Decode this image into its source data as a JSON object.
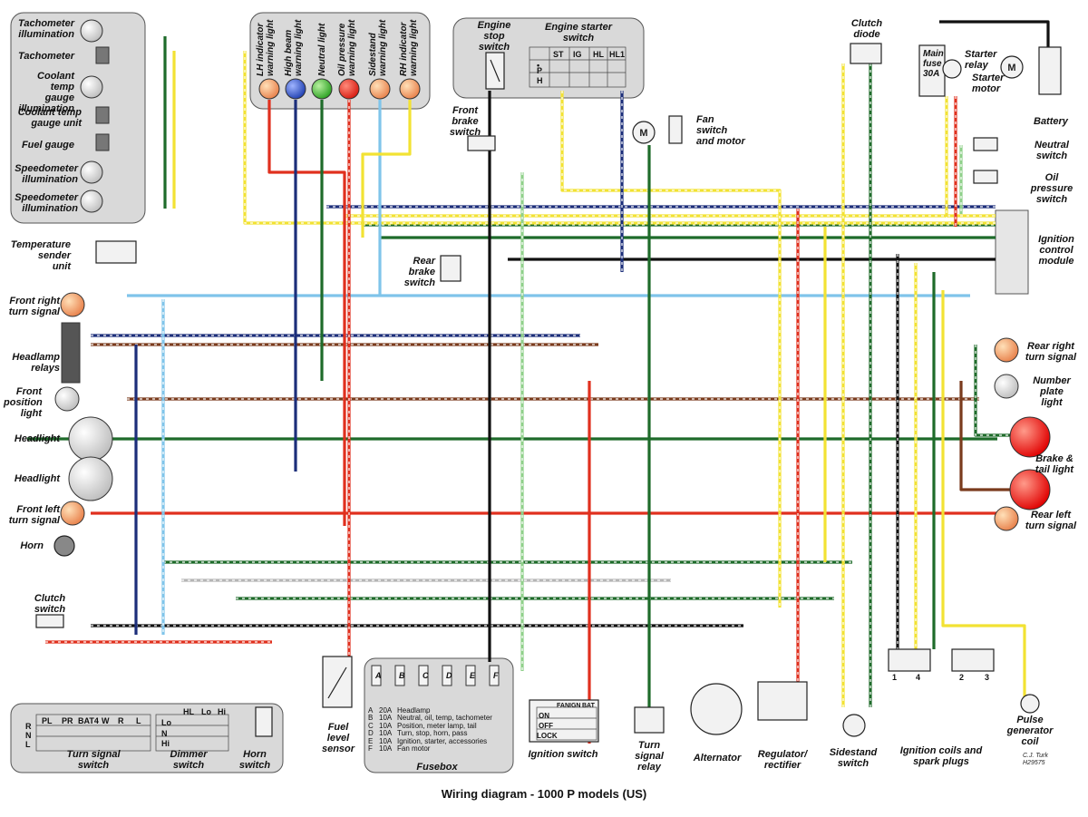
{
  "diagram": {
    "title": "Wiring diagram - 1000 P models (US)",
    "credit": [
      "C.J. Turk",
      "H29575"
    ],
    "instrument_labels": {
      "tachometer_illumination": "Tachometer\nillumination",
      "tachometer": "Tachometer",
      "coolant_temp_gauge_illumination": "Coolant temp\ngauge\nillumination",
      "coolant_temp_gauge_unit": "Coolant temp\ngauge unit",
      "fuel_gauge": "Fuel gauge",
      "speedometer_illumination_1": "Speedometer\nillumination",
      "speedometer_illumination_2": "Speedometer\nillumination"
    },
    "warning_lights": {
      "lh_indicator": "LH indicator\nwarning light",
      "high_beam": "High beam\nwarning light",
      "neutral": "Neutral light",
      "oil_pressure": "Oil pressure\nwarning light",
      "sidestand": "Sidestand\nwarning light",
      "rh_indicator": "RH indicator\nwarning light"
    },
    "left_components": {
      "temperature_sender": "Temperature\nsender\nunit",
      "front_right_turn": "Front right\nturn signal",
      "headlamp_relays": "Headlamp\nrelays",
      "front_position_light": "Front\nposition\nlight",
      "headlight_1": "Headlight",
      "headlight_2": "Headlight",
      "front_left_turn": "Front left\nturn signal",
      "horn": "Horn",
      "clutch_switch": "Clutch\nswitch"
    },
    "top_components": {
      "engine_stop_switch": "Engine\nstop\nswitch",
      "engine_starter_switch": "Engine starter\nswitch",
      "front_brake_switch": "Front\nbrake\nswitch",
      "fan_switch_motor": "Fan\nswitch\nand motor",
      "rear_brake_switch": "Rear\nbrake\nswitch",
      "clutch_diode": "Clutch\ndiode",
      "main_fuse": "Main\nfuse\n30A",
      "starter_relay": "Starter\nrelay",
      "starter_motor": "Starter\nmotor",
      "battery": "Battery"
    },
    "right_components": {
      "neutral_switch": "Neutral\nswitch",
      "oil_pressure_switch": "Oil\npressure\nswitch",
      "ignition_control_module": "Ignition\ncontrol\nmodule",
      "rear_right_turn": "Rear right\nturn signal",
      "number_plate_light": "Number\nplate\nlight",
      "brake_tail_light": "Brake &\ntail light",
      "rear_left_turn": "Rear left\nturn signal"
    },
    "bottom_components": {
      "turn_signal_switch": "Turn signal\nswitch",
      "dimmer_switch": "Dimmer\nswitch",
      "horn_switch": "Horn\nswitch",
      "fuel_level_sensor": "Fuel\nlevel\nsensor",
      "fusebox": "Fusebox",
      "ignition_switch": "Ignition switch",
      "turn_signal_relay": "Turn\nsignal\nrelay",
      "alternator": "Alternator",
      "regulator_rectifier": "Regulator/\nrectifier",
      "sidestand_switch": "Sidestand\nswitch",
      "ignition_coils": "Ignition coils and\nspark plugs",
      "pulse_generator": "Pulse\ngenerator\ncoil"
    },
    "starter_switch_table": {
      "headers": [
        "ST",
        "IG",
        "HL",
        "HL1"
      ],
      "rows": [
        "•",
        "P",
        "H"
      ]
    },
    "turn_signal_switch_table": {
      "headers": [
        "PL",
        "PR",
        "BAT4",
        "W",
        "R",
        "L"
      ],
      "rows": [
        "R",
        "N",
        "L"
      ]
    },
    "dimmer_switch_table": {
      "headers": [
        "HL",
        "Lo",
        "Hi"
      ],
      "rows": [
        "Lo",
        "N",
        "Hi"
      ]
    },
    "ignition_switch_table": {
      "headers": [
        "FAN",
        "IGN",
        "BAT"
      ],
      "rows": [
        "ON",
        "OFF",
        "LOCK"
      ]
    },
    "coil_numbers": [
      "1",
      "4",
      "2",
      "3"
    ],
    "fuse_letters": [
      "A",
      "B",
      "C",
      "D",
      "E",
      "F"
    ],
    "fuses": [
      {
        "letter": "A",
        "rating": "20A",
        "circuit": "Headlamp"
      },
      {
        "letter": "B",
        "rating": "10A",
        "circuit": "Neutral, oil, temp, tachometer"
      },
      {
        "letter": "C",
        "rating": "10A",
        "circuit": "Position, meter lamp, tail"
      },
      {
        "letter": "D",
        "rating": "10A",
        "circuit": "Turn, stop, horn, pass"
      },
      {
        "letter": "E",
        "rating": "10A",
        "circuit": "Ignition, starter, accessories"
      },
      {
        "letter": "F",
        "rating": "10A",
        "circuit": "Fan motor"
      }
    ],
    "colors": {
      "red": "#e0301e",
      "green": "#1e6b2a",
      "dark_blue": "#1c2e7a",
      "light_blue": "#7fc4ea",
      "yellow": "#f2e233",
      "black": "#111111",
      "brown": "#7a3b1d",
      "grey": "#b5b5b5",
      "light_green": "#8fd08a",
      "orange": "#f08a3a",
      "panel_grey": "#d9d9d9"
    }
  }
}
